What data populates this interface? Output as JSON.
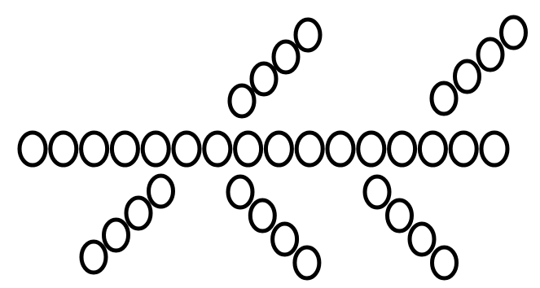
{
  "diagram": {
    "kind": "branched chain of circular units",
    "colors": {
      "background": "#ffffff",
      "outline": "#000000",
      "fill": "#ffffff"
    },
    "main_chain": {
      "units": 16
    },
    "branches": [
      {
        "id": "upper-middle",
        "units": 4,
        "side": "above",
        "attached_after_unit": 7
      },
      {
        "id": "upper-right",
        "units": 4,
        "side": "above",
        "attached_after_unit": 14
      },
      {
        "id": "lower-left",
        "units": 4,
        "side": "below",
        "attached_after_unit": 5
      },
      {
        "id": "lower-middle",
        "units": 4,
        "side": "below",
        "attached_after_unit": 7
      },
      {
        "id": "lower-right",
        "units": 4,
        "side": "below",
        "attached_after_unit": 12
      }
    ]
  }
}
